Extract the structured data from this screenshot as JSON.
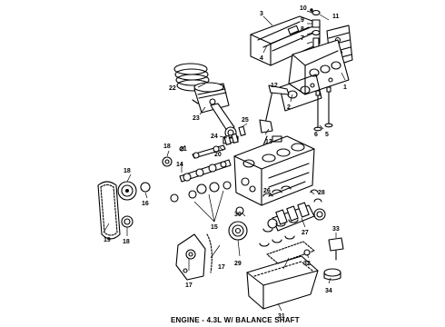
{
  "caption": "ENGINE - 4.3L W/ BALANCE SHAFT",
  "callouts": [
    "1",
    "2",
    "3",
    "4",
    "5",
    "6",
    "7",
    "8",
    "9",
    "10",
    "11",
    "12",
    "13",
    "14",
    "15",
    "16",
    "17",
    "18",
    "19",
    "20",
    "21",
    "22",
    "23",
    "24",
    "25",
    "26",
    "27",
    "28",
    "29",
    "30",
    "31",
    "32",
    "33",
    "34"
  ]
}
